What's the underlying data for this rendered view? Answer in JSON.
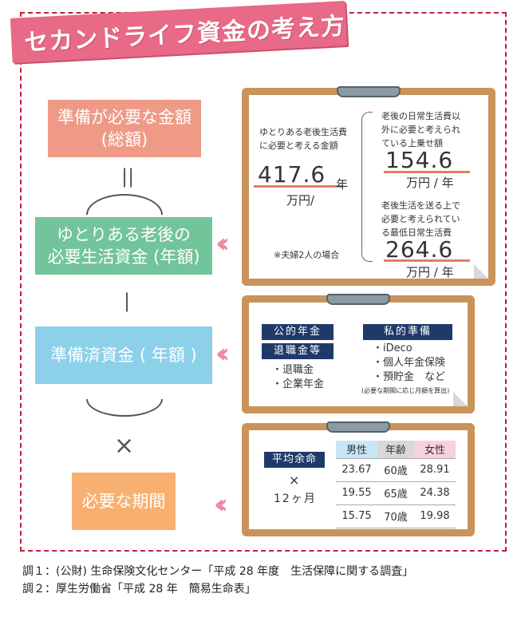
{
  "title": "セカンドライフ資金の考え方",
  "left": {
    "total_line1": "準備が必要な金額",
    "total_line2": "(総額)",
    "life_line1": "ゆとりある老後の",
    "life_line2": "必要生活資金 (年額)",
    "prep": "準備済資金 ( 年額 )",
    "period": "必要な期間",
    "equals": "||",
    "minus": "|",
    "times": "×"
  },
  "board1": {
    "lead_line1": "ゆとりある老後生活費",
    "lead_line2": "に必要と考える金額",
    "total_value": "417.6",
    "total_unit_a": "年",
    "total_unit_b": "万円/",
    "note": "※夫婦2人の場合",
    "extra_line1": "老後の日常生活費以",
    "extra_line2": "外に必要と考えられ",
    "extra_line3": "ている上乗せ額",
    "extra_value": "154.6",
    "extra_unit": "万円 / 年",
    "base_line1": "老後生活を送る上で",
    "base_line2": "必要と考えられてい",
    "base_line3": "る最低日常生活費",
    "base_value": "264.6",
    "base_unit": "万円 / 年"
  },
  "board2": {
    "public_label": "公的年金",
    "retire_label": "退職金等",
    "retire_items": [
      "・退職金",
      "・企業年金"
    ],
    "private_label": "私的準備",
    "private_items": [
      "・iDeco",
      "・個人年金保険",
      "・預貯金　など"
    ],
    "footnote": "(必要な期間に応じ月額を算出)"
  },
  "board3": {
    "label": "平均余命",
    "times": "×",
    "months": "12ヶ月",
    "headers": [
      "男性",
      "年齢",
      "女性"
    ],
    "rows": [
      [
        "23.67",
        "60歳",
        "28.91"
      ],
      [
        "19.55",
        "65歳",
        "24.38"
      ],
      [
        "15.75",
        "70歳",
        "19.98"
      ]
    ]
  },
  "notes": [
    "調１：(公財) 生命保険文化センター「平成 28 年度　生活保障に関する調査」",
    "調２：厚生労働省「平成 28 年　簡易生命表」"
  ],
  "colors": {
    "frame": "#c0203a",
    "title_bg": "#e86a86",
    "total_box": "#ee9a86",
    "life_box": "#72c49a",
    "prep_box": "#8dd0ea",
    "period_box": "#f8b070",
    "board": "#c9935a",
    "label_navy": "#1f3a6a"
  }
}
